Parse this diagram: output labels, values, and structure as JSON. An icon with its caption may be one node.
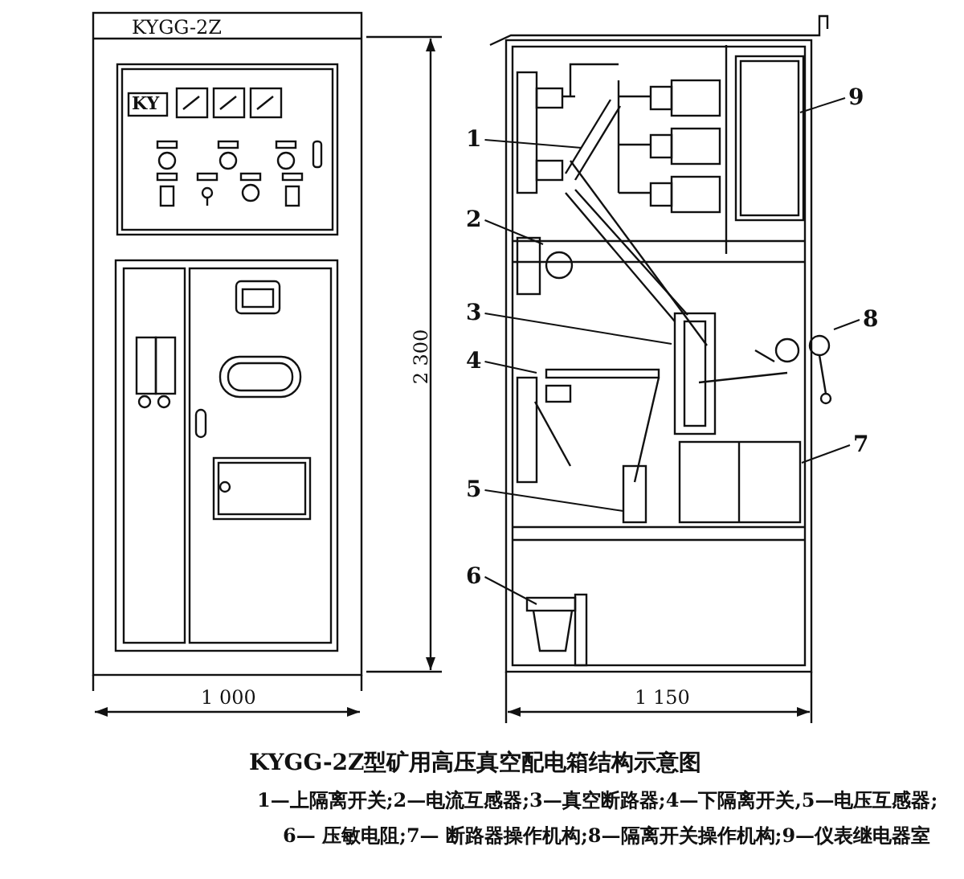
{
  "diagram": {
    "caption": "KYGG-2Z型矿用高压真空配电箱结构示意图",
    "nodes": [
      {
        "text": [
          "1"
        ]
      },
      {
        "text": [
          "2"
        ]
      },
      {
        "text": [
          "3"
        ]
      },
      {
        "text": [
          "4"
        ]
      },
      {
        "text": [
          "5"
        ]
      },
      {
        "text": [
          "6"
        ]
      },
      {
        "text": [
          "7"
        ]
      },
      {
        "text": [
          "8"
        ]
      },
      {
        "text": [
          "9"
        ]
      }
    ],
    "edges": [
      {
        "from": 0,
        "to": null,
        "arrow": "none"
      },
      {
        "from": 1,
        "to": null,
        "arrow": "none"
      },
      {
        "from": 2,
        "to": null,
        "arrow": "none"
      },
      {
        "from": 3,
        "to": null,
        "arrow": "none"
      },
      {
        "from": 4,
        "to": null,
        "arrow": "none"
      },
      {
        "from": 5,
        "to": null,
        "arrow": "none"
      },
      {
        "from": 6,
        "to": null,
        "arrow": "none"
      },
      {
        "from": 7,
        "to": null,
        "arrow": "none"
      },
      {
        "from": 8,
        "to": null,
        "arrow": "none"
      }
    ],
    "labels": [
      "KYGG-2Z",
      "KY",
      "2 300",
      "1 000",
      "1 150",
      "1—上隔离开关;2—电流互感器;3—真空断路器;4—下隔离开关,5—电压互感器;",
      "6— 压敏电阻;7— 断路器操作机构;8—隔离开关操作机构;9—仪表继电器室"
    ]
  }
}
